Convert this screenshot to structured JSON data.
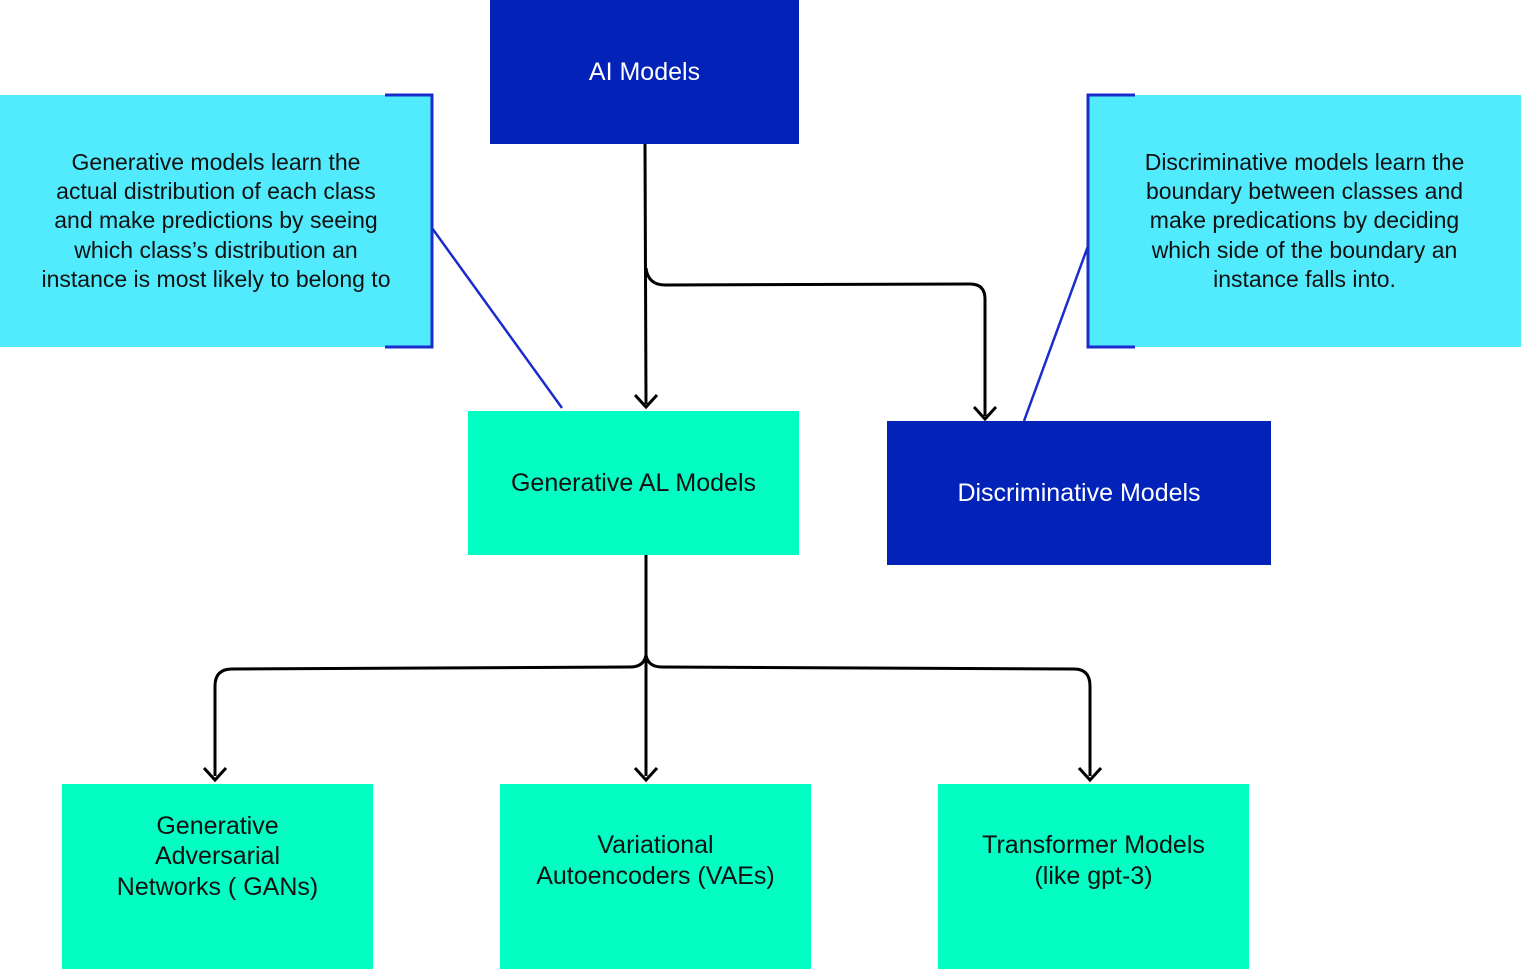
{
  "nodes": {
    "root": "AI Models",
    "generative": "Generative AL Models",
    "discriminative": "Discriminative Models",
    "gans": "Generative\nAdversarial\nNetworks ( GANs)",
    "vaes": "Variational\nAutoencoders (VAEs)",
    "transformers": "Transformer Models\n(like gpt-3)"
  },
  "notes": {
    "generative": "Generative models learn the\nactual distribution of each class\nand make predictions by seeing\nwhich class’s distribution an\ninstance is most likely to belong to",
    "discriminative": "Discriminative models learn the\nboundary between classes and\nmake predications by deciding\nwhich side of the boundary an\ninstance falls into."
  },
  "colors": {
    "dark_box": "#0222b8",
    "green_box": "#03fdc3",
    "note_box": "#52ebfe",
    "note_bracket": "#1a2ccc",
    "arrow": "#000000"
  }
}
